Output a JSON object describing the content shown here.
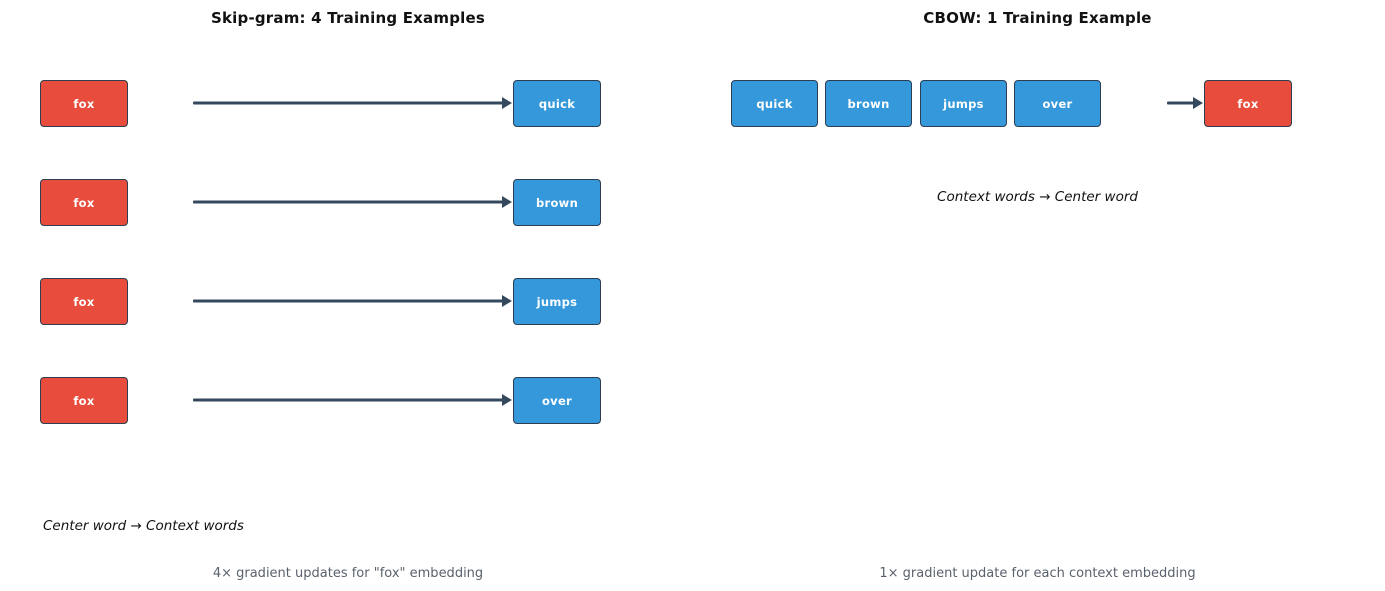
{
  "colors": {
    "center_word_fill": "#e74c3c",
    "context_word_fill": "#3498db",
    "box_border": "#2c3e50",
    "arrow": "#34495e",
    "caption_text": "#59626c",
    "background": "#ffffff"
  },
  "skipgram": {
    "title": "Skip-gram: 4 Training Examples",
    "rows": [
      {
        "source": "fox",
        "target": "quick"
      },
      {
        "source": "fox",
        "target": "brown"
      },
      {
        "source": "fox",
        "target": "jumps"
      },
      {
        "source": "fox",
        "target": "over"
      }
    ],
    "relation_label": "Center word → Context words",
    "caption": "4× gradient updates for \"fox\" embedding"
  },
  "cbow": {
    "title": "CBOW: 1 Training Example",
    "context_words": [
      "quick",
      "brown",
      "jumps",
      "over"
    ],
    "target": "fox",
    "relation_label": "Context words → Center word",
    "caption": "1× gradient update for each context embedding"
  }
}
